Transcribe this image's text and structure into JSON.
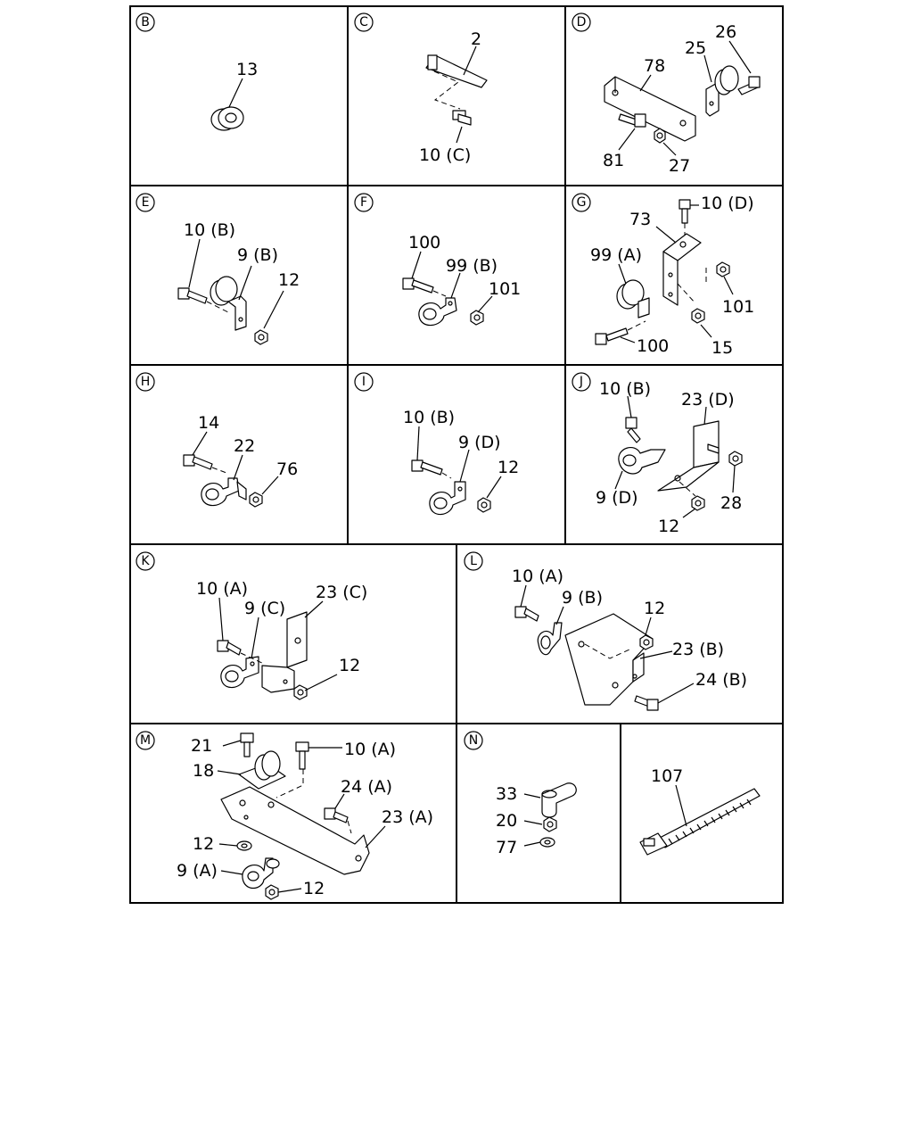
{
  "panels": {
    "B": {
      "letter": "B",
      "labels": [
        "13"
      ]
    },
    "C": {
      "letter": "C",
      "labels": [
        "2",
        "10 (C)"
      ]
    },
    "D": {
      "letter": "D",
      "labels": [
        "78",
        "25",
        "26",
        "81",
        "27"
      ]
    },
    "E": {
      "letter": "E",
      "labels": [
        "10 (B)",
        "9 (B)",
        "12"
      ]
    },
    "F": {
      "letter": "F",
      "labels": [
        "100",
        "99 (B)",
        "101"
      ]
    },
    "G": {
      "letter": "G",
      "labels": [
        "73",
        "10 (D)",
        "99 (A)",
        "101",
        "100",
        "15"
      ]
    },
    "H": {
      "letter": "H",
      "labels": [
        "14",
        "22",
        "76"
      ]
    },
    "I": {
      "letter": "I",
      "labels": [
        "10 (B)",
        "9 (D)",
        "12"
      ]
    },
    "J": {
      "letter": "J",
      "labels": [
        "10 (B)",
        "23 (D)",
        "9 (D)",
        "28",
        "12"
      ]
    },
    "K": {
      "letter": "K",
      "labels": [
        "10 (A)",
        "9 (C)",
        "23 (C)",
        "12"
      ]
    },
    "L": {
      "letter": "L",
      "labels": [
        "10 (A)",
        "9 (B)",
        "12",
        "23 (B)",
        "24 (B)"
      ]
    },
    "M": {
      "letter": "M",
      "labels": [
        "21",
        "10 (A)",
        "18",
        "24 (A)",
        "23 (A)",
        "12",
        "9 (A)",
        "12"
      ]
    },
    "N": {
      "letter": "N",
      "labels": [
        "33",
        "20",
        "77"
      ]
    },
    "O": {
      "letter": "",
      "labels": [
        "107"
      ]
    }
  }
}
